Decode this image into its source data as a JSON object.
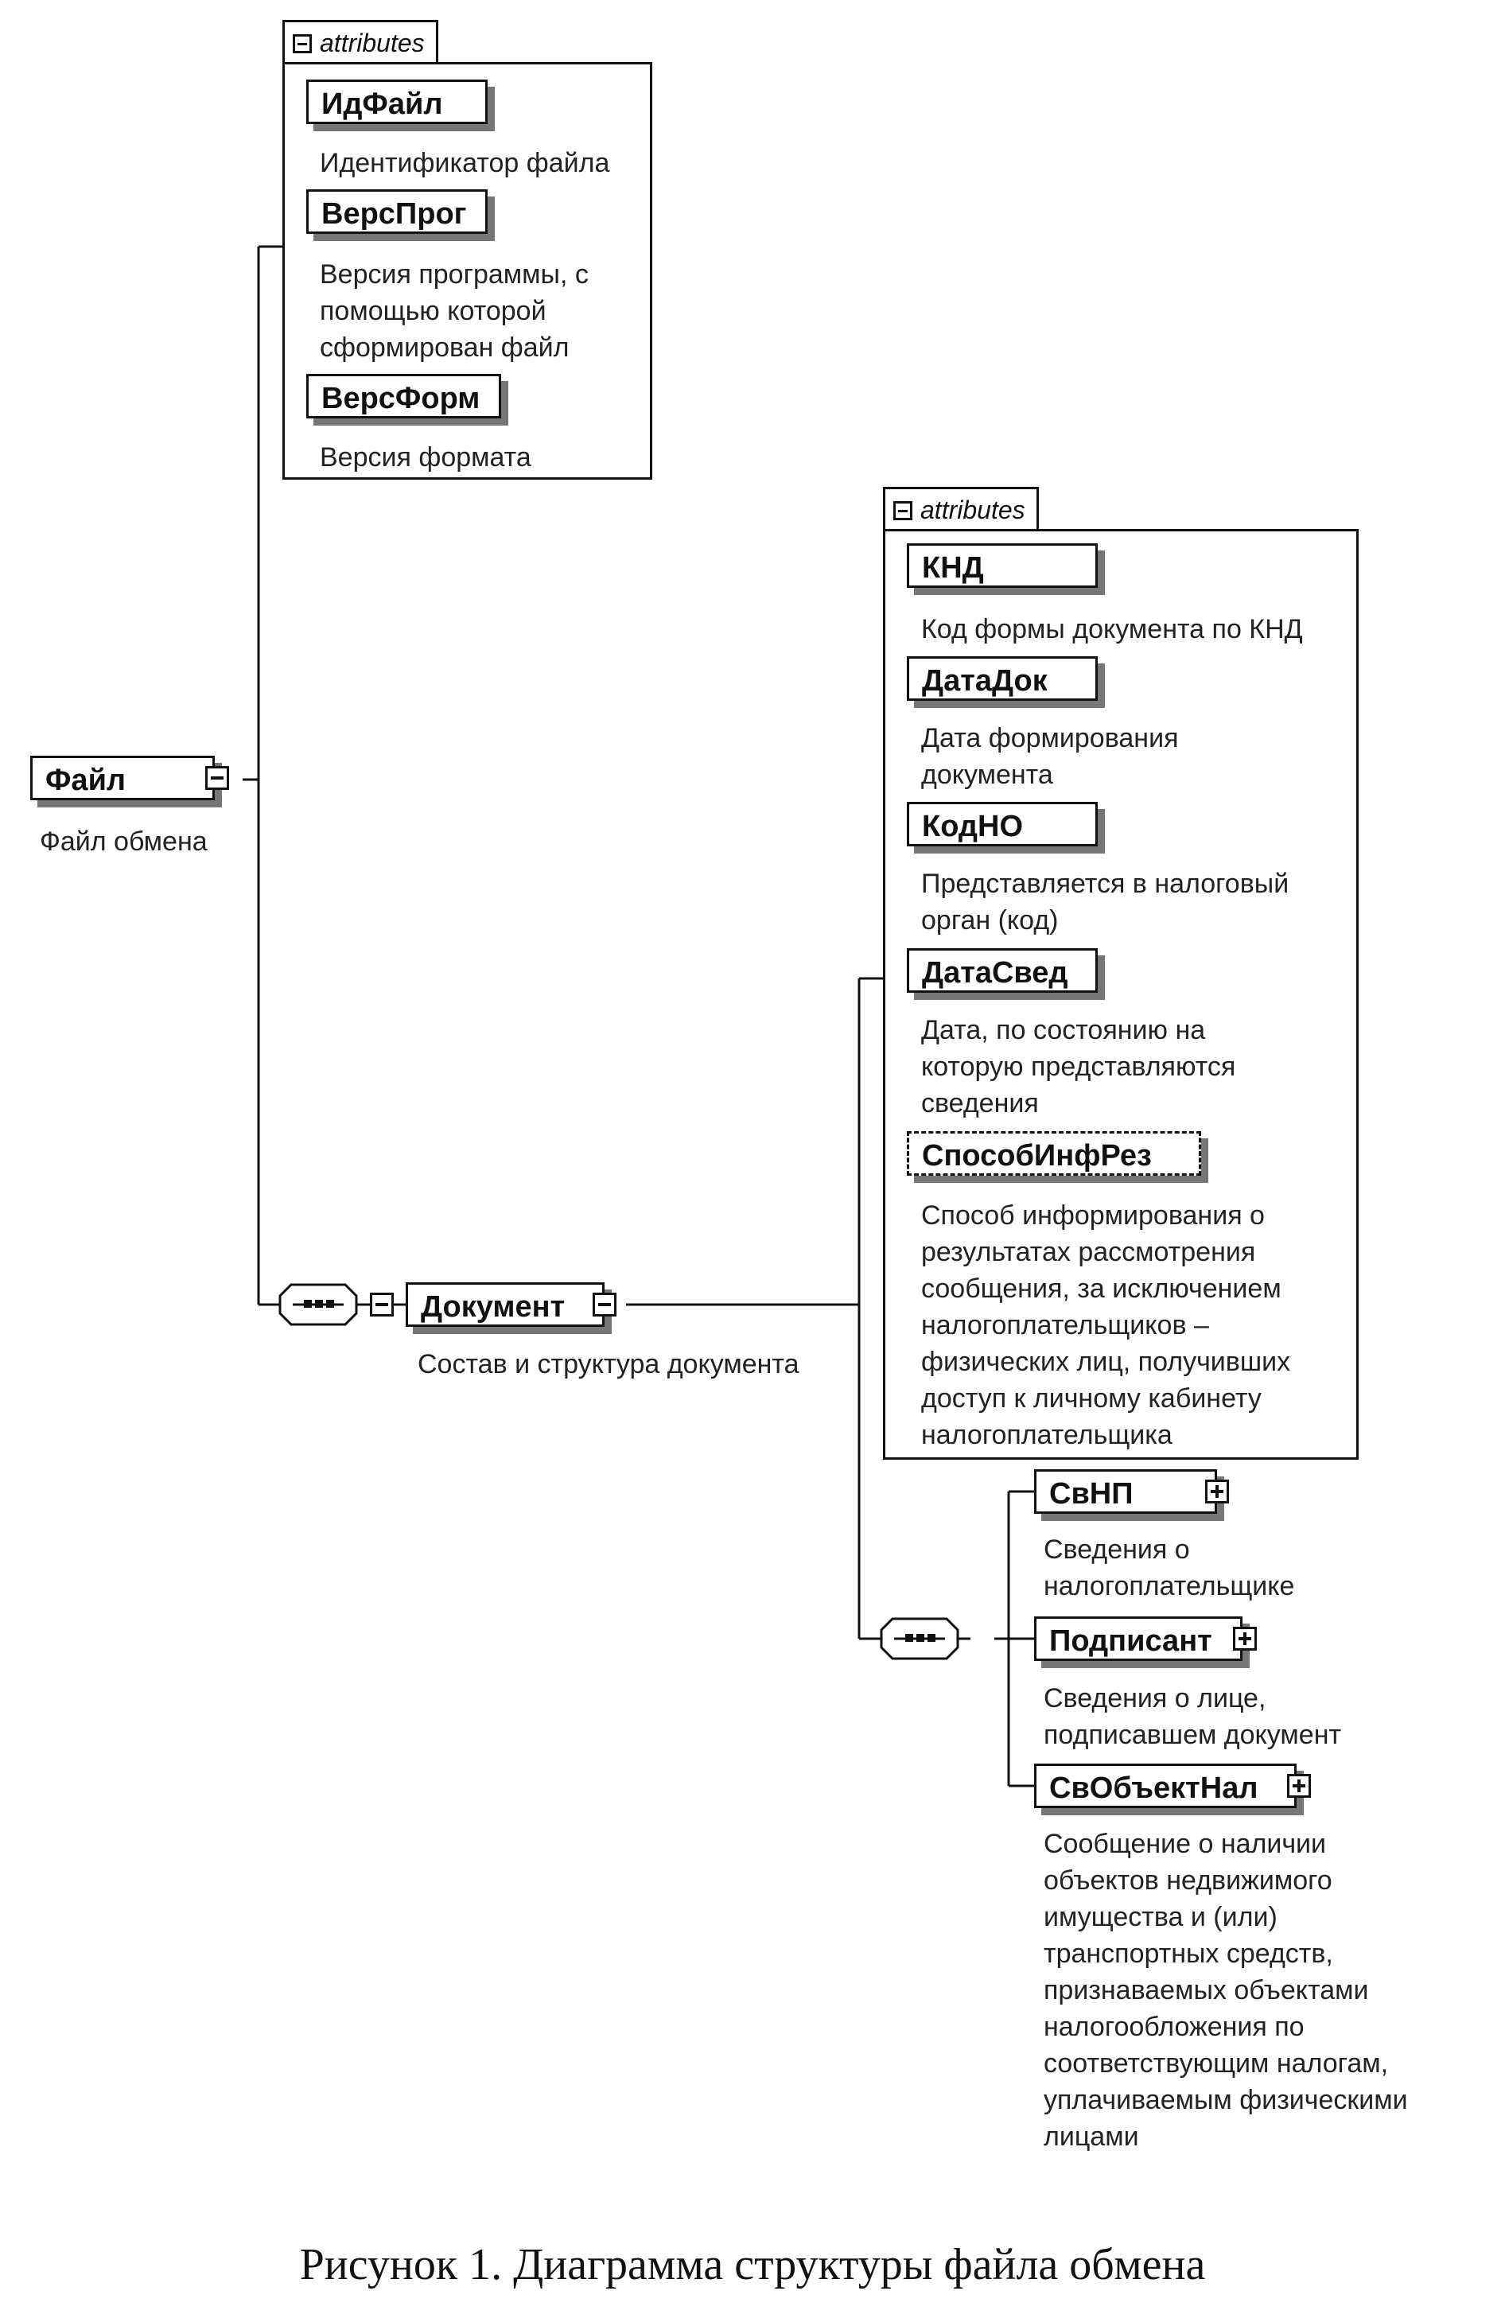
{
  "root": {
    "name": "Файл",
    "description": "Файл обмена"
  },
  "file_attributes": {
    "tab_label": "attributes",
    "items": [
      {
        "name": "ИдФайл",
        "description": "Идентификатор файла"
      },
      {
        "name": "ВерсПрог",
        "description": "Версия программы, с\nпомощью которой\nсформирован файл"
      },
      {
        "name": "ВерсФорм",
        "description": "Версия формата"
      }
    ]
  },
  "document": {
    "name": "Документ",
    "description": "Состав и структура документа"
  },
  "document_attributes": {
    "tab_label": "attributes",
    "items": [
      {
        "name": "КНД",
        "description": "Код формы документа по КНД"
      },
      {
        "name": "ДатаДок",
        "description": "Дата формирования\nдокумента"
      },
      {
        "name": "КодНО",
        "description": "Представляется в налоговый\nорган (код)"
      },
      {
        "name": "ДатаСвед",
        "description": "Дата, по состоянию на\nкоторую представляются\nсведения"
      },
      {
        "name": "СпособИнфРез",
        "description": "Способ информирования о\nрезультатах рассмотрения\nсообщения, за исключением\nналогоплательщиков –\nфизических лиц, получивших\nдоступ к личному кабинету\nналогоплательщика"
      }
    ]
  },
  "children": [
    {
      "name": "СвНП",
      "description": "Сведения о\nналогоплательщике"
    },
    {
      "name": "Подписант",
      "description": "Сведения о лице,\nподписавшем документ"
    },
    {
      "name": "СвОбъектНал",
      "description": "Сообщение о наличии\nобъектов недвижимого\nимущества и (или)\nтранспортных средств,\nпризнаваемых объектами\nналогообложения по\nсоответствующим налогам,\nуплачиваемым физическими\nлицами"
    }
  ],
  "caption": "Рисунок 1. Диаграмма структуры файла обмена"
}
